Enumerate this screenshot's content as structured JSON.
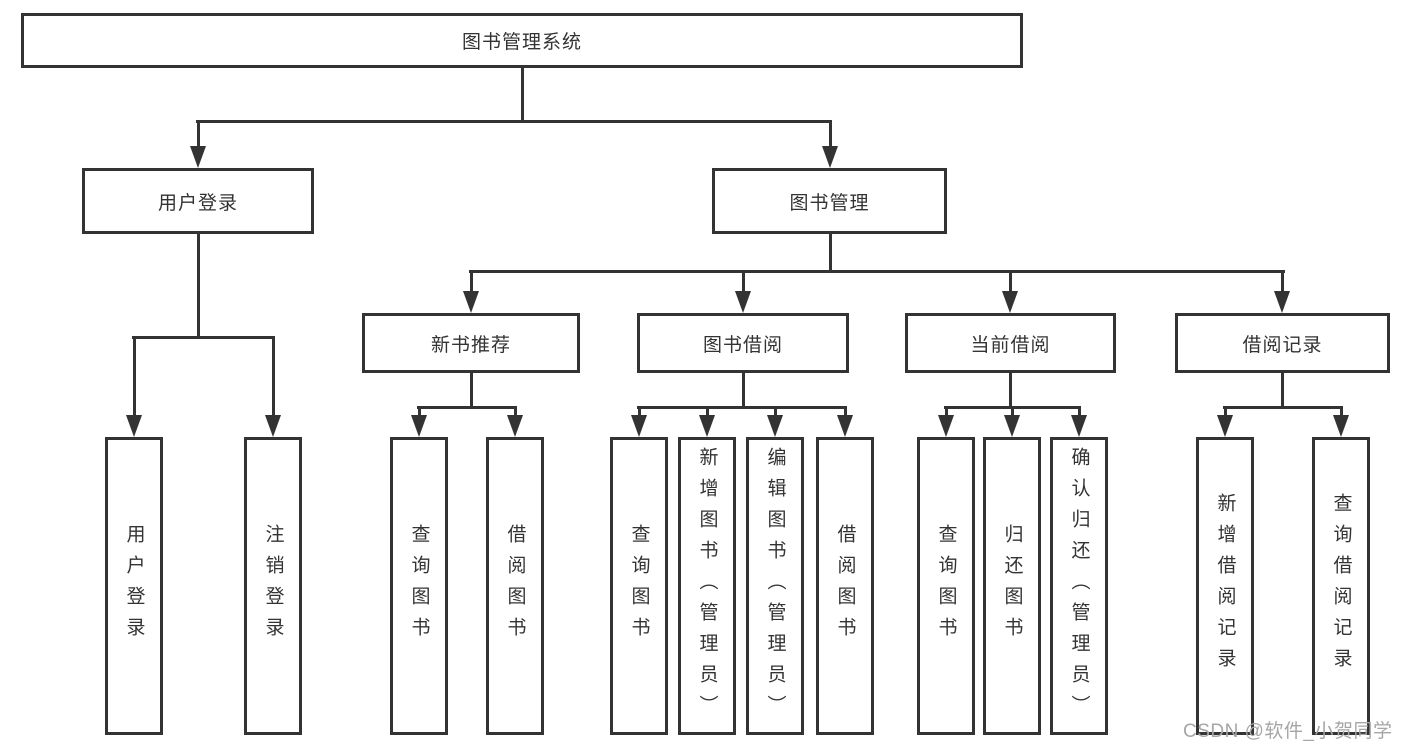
{
  "diagram": {
    "title_node": {
      "label": "图书管理系统"
    },
    "level2": [
      {
        "label": "用户登录"
      },
      {
        "label": "图书管理"
      }
    ],
    "level3": [
      {
        "label": "新书推荐"
      },
      {
        "label": "图书借阅"
      },
      {
        "label": "当前借阅"
      },
      {
        "label": "借阅记录"
      }
    ],
    "leaves": [
      {
        "label": "用户登录"
      },
      {
        "label": "注销登录"
      },
      {
        "label": "查询图书"
      },
      {
        "label": "借阅图书"
      },
      {
        "label": "查询图书"
      },
      {
        "label": "新增图书（管理员）"
      },
      {
        "label": "编辑图书（管理员）"
      },
      {
        "label": "借阅图书"
      },
      {
        "label": "查询图书"
      },
      {
        "label": "归还图书"
      },
      {
        "label": "确认归还（管理员）"
      },
      {
        "label": "新增借阅记录"
      },
      {
        "label": "查询借阅记录"
      }
    ],
    "line_color": "#333333",
    "box_background": "#ffffff"
  },
  "watermark": {
    "text": "CSDN @软件_小贺同学",
    "color": "#a6a6a6"
  }
}
